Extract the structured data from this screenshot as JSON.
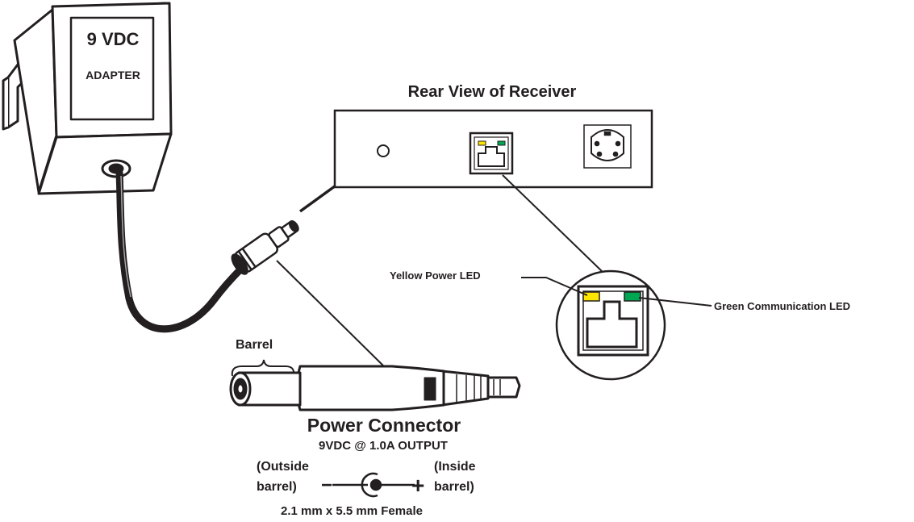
{
  "adapter": {
    "voltage_label": "9 VDC",
    "type_label": "ADAPTER"
  },
  "receiver": {
    "title": "Rear View of Receiver"
  },
  "leds": {
    "power_label": "Yellow Power LED",
    "comm_label": "Green Communication LED",
    "power_color": "#ffe600",
    "comm_color": "#00a651"
  },
  "connector": {
    "barrel_label": "Barrel",
    "title": "Power Connector",
    "output_label": "9VDC @ 1.0A OUTPUT",
    "outside_line1": "(Outside",
    "outside_line2": "barrel)",
    "inside_line1": "(Inside",
    "inside_line2": "barrel)",
    "negative_symbol": "−",
    "positive_symbol": "+",
    "size_label": "2.1 mm x 5.5 mm Female"
  },
  "colors": {
    "ink": "#231f20",
    "paper": "#ffffff"
  }
}
